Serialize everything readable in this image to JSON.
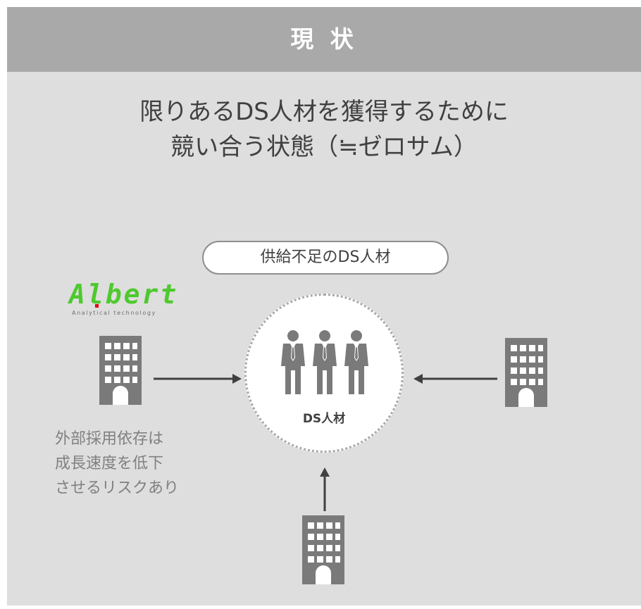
{
  "header": {
    "title": "現 状"
  },
  "headline": {
    "line1": "限りあるDS人材を獲得するために",
    "line2": "競い合う状態（≒ゼロサム）"
  },
  "pill": {
    "label": "供給不足のDS人材"
  },
  "logo": {
    "name": "Albert",
    "tagline": "Analytical technology"
  },
  "center": {
    "label": "DS人材"
  },
  "note": {
    "lines": [
      "外部採用依存は",
      "成長速度を低下",
      "させるリスクあり"
    ]
  },
  "colors": {
    "panel_bg": "#dedede",
    "header_bg": "#a9a9a9",
    "icon_gray": "#7a7a7a",
    "logo_green": "#4ec92e",
    "logo_red": "#e60012"
  }
}
